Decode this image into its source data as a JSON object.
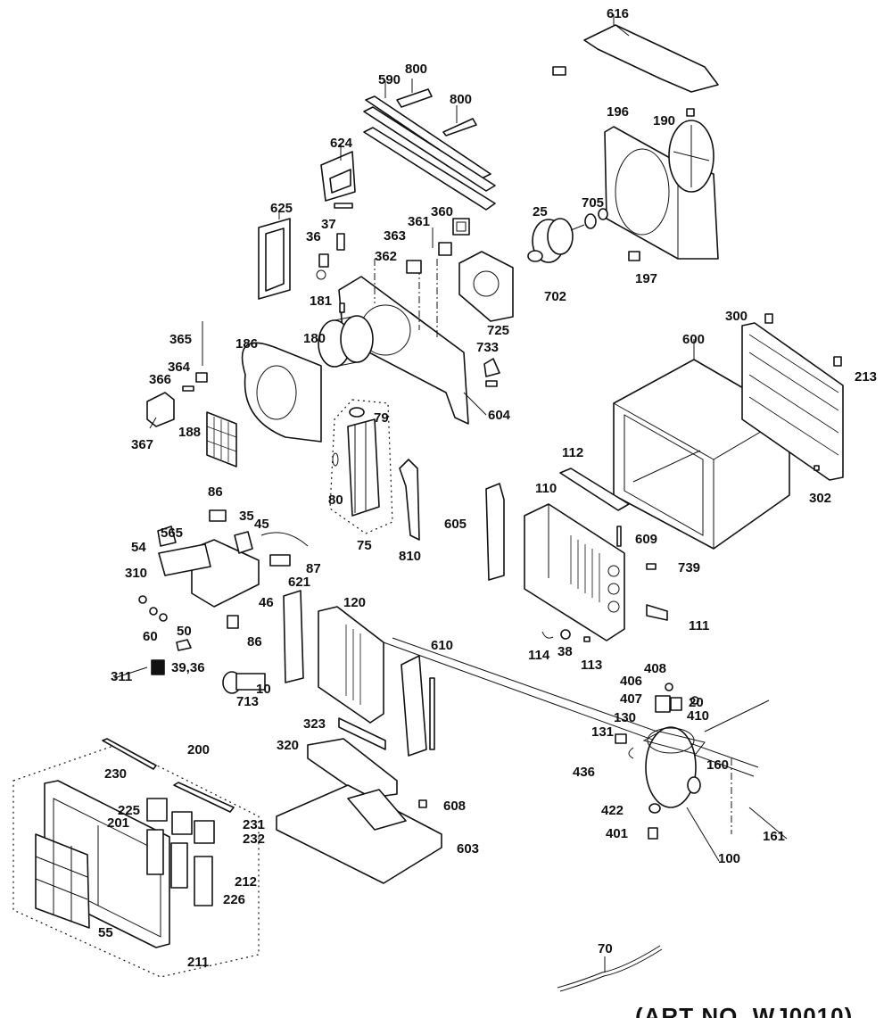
{
  "diagram": {
    "title": "Room air conditioner exploded parts view",
    "caption": "(ART NO. WJ0010)",
    "callouts": {
      "c616": "616",
      "c590": "590",
      "c800a": "800",
      "c800b": "800",
      "c196": "196",
      "c190": "190",
      "c624": "624",
      "c625": "625",
      "c37": "37",
      "c36": "36",
      "c361": "361",
      "c360": "360",
      "c363": "363",
      "c362": "362",
      "c25": "25",
      "c705": "705",
      "c702": "702",
      "c197": "197",
      "c725": "725",
      "c181": "181",
      "c180": "180",
      "c365": "365",
      "c186": "186",
      "c364": "364",
      "c366": "366",
      "c367": "367",
      "c188": "188",
      "c733": "733",
      "c604": "604",
      "c79": "79",
      "c80": "80",
      "c75": "75",
      "c810": "810",
      "c300": "300",
      "c600": "600",
      "c213": "213",
      "c302": "302",
      "c112": "112",
      "c110": "110",
      "c605": "605",
      "c609": "609",
      "c739": "739",
      "c111": "111",
      "c114": "114",
      "c38": "38",
      "c113": "113",
      "c86a": "86",
      "c35": "35",
      "c45": "45",
      "c565": "565",
      "c54": "54",
      "c87": "87",
      "c310": "310",
      "c46": "46",
      "c621": "621",
      "c60": "60",
      "c50": "50",
      "c86b": "86",
      "c39_36": "39,36",
      "c311": "311",
      "c10": "10",
      "c713": "713",
      "c120": "120",
      "c610": "610",
      "c323": "323",
      "c320": "320",
      "c608": "608",
      "c603": "603",
      "c408": "408",
      "c406": "406",
      "c20": "20",
      "c407": "407",
      "c410": "410",
      "c130": "130",
      "c131": "131",
      "c436": "436",
      "c160": "160",
      "c422": "422",
      "c161": "161",
      "c401": "401",
      "c100": "100",
      "c200": "200",
      "c230": "230",
      "c225": "225",
      "c231": "231",
      "c201": "201",
      "c232": "232",
      "c212": "212",
      "c226": "226",
      "c55": "55",
      "c211": "211",
      "c70": "70"
    }
  }
}
